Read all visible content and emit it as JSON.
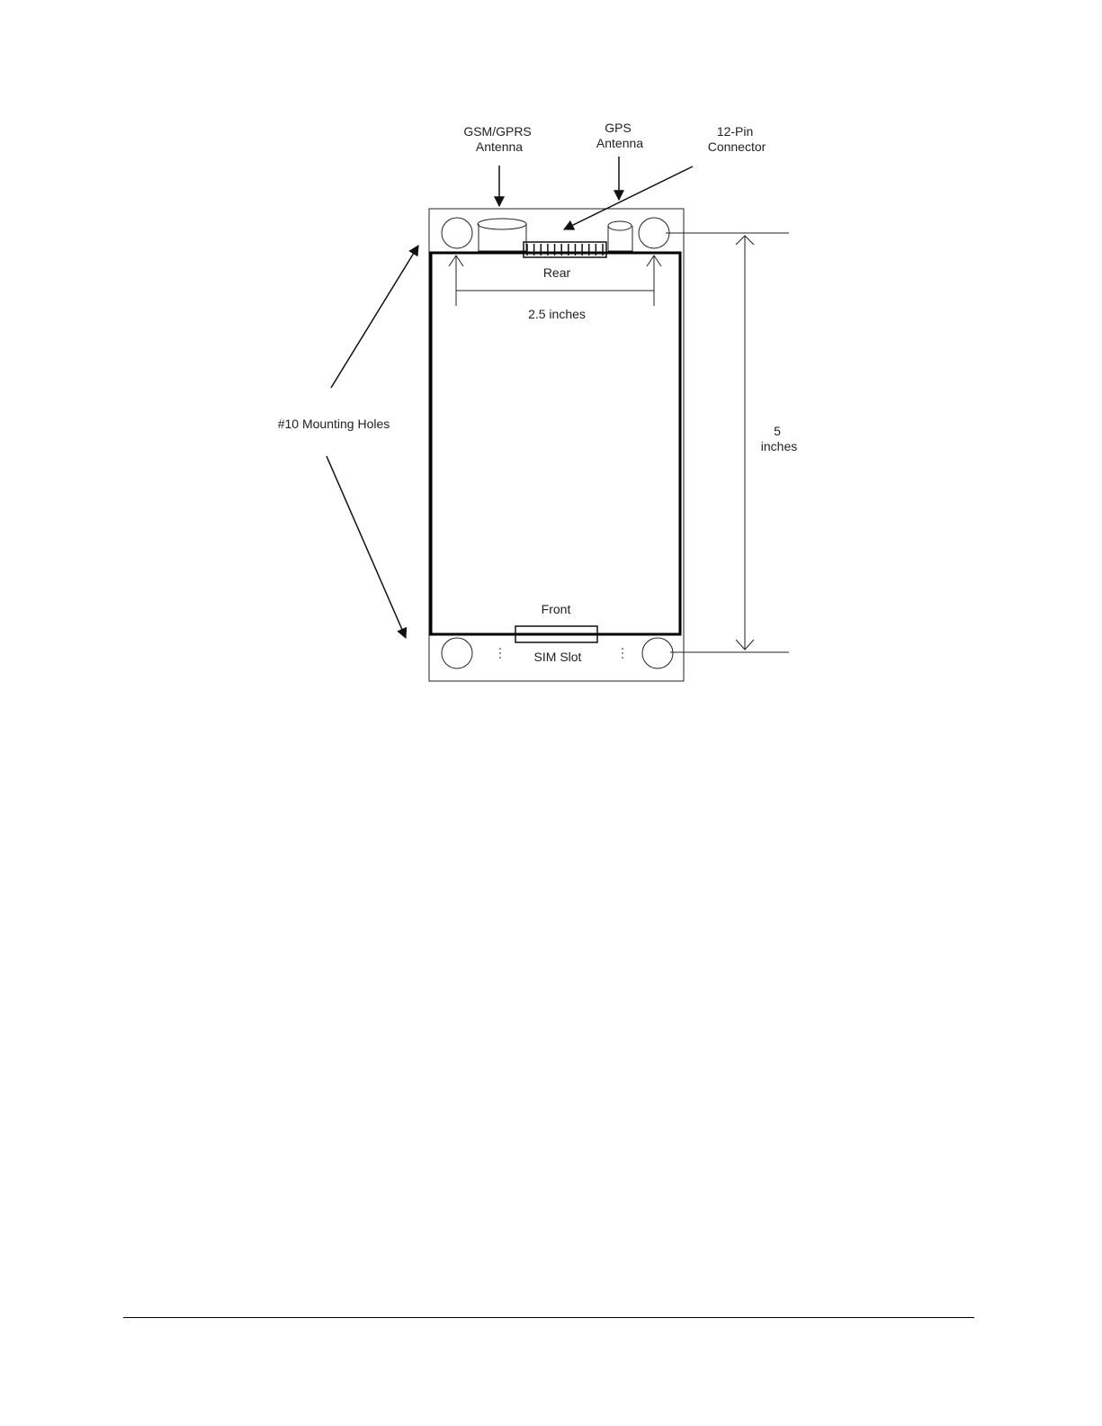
{
  "diagram": {
    "labels": {
      "gsm_antenna": [
        "GSM/GPRS",
        "Antenna"
      ],
      "gps_antenna": [
        "GPS",
        "Antenna"
      ],
      "connector": [
        "12-Pin",
        "Connector"
      ],
      "rear": "Rear",
      "width_dim": "2.5 inches",
      "mounting_holes": "#10 Mounting Holes",
      "height_dim": [
        "5",
        "inches"
      ],
      "front": "Front",
      "sim_slot": "SIM Slot"
    }
  }
}
